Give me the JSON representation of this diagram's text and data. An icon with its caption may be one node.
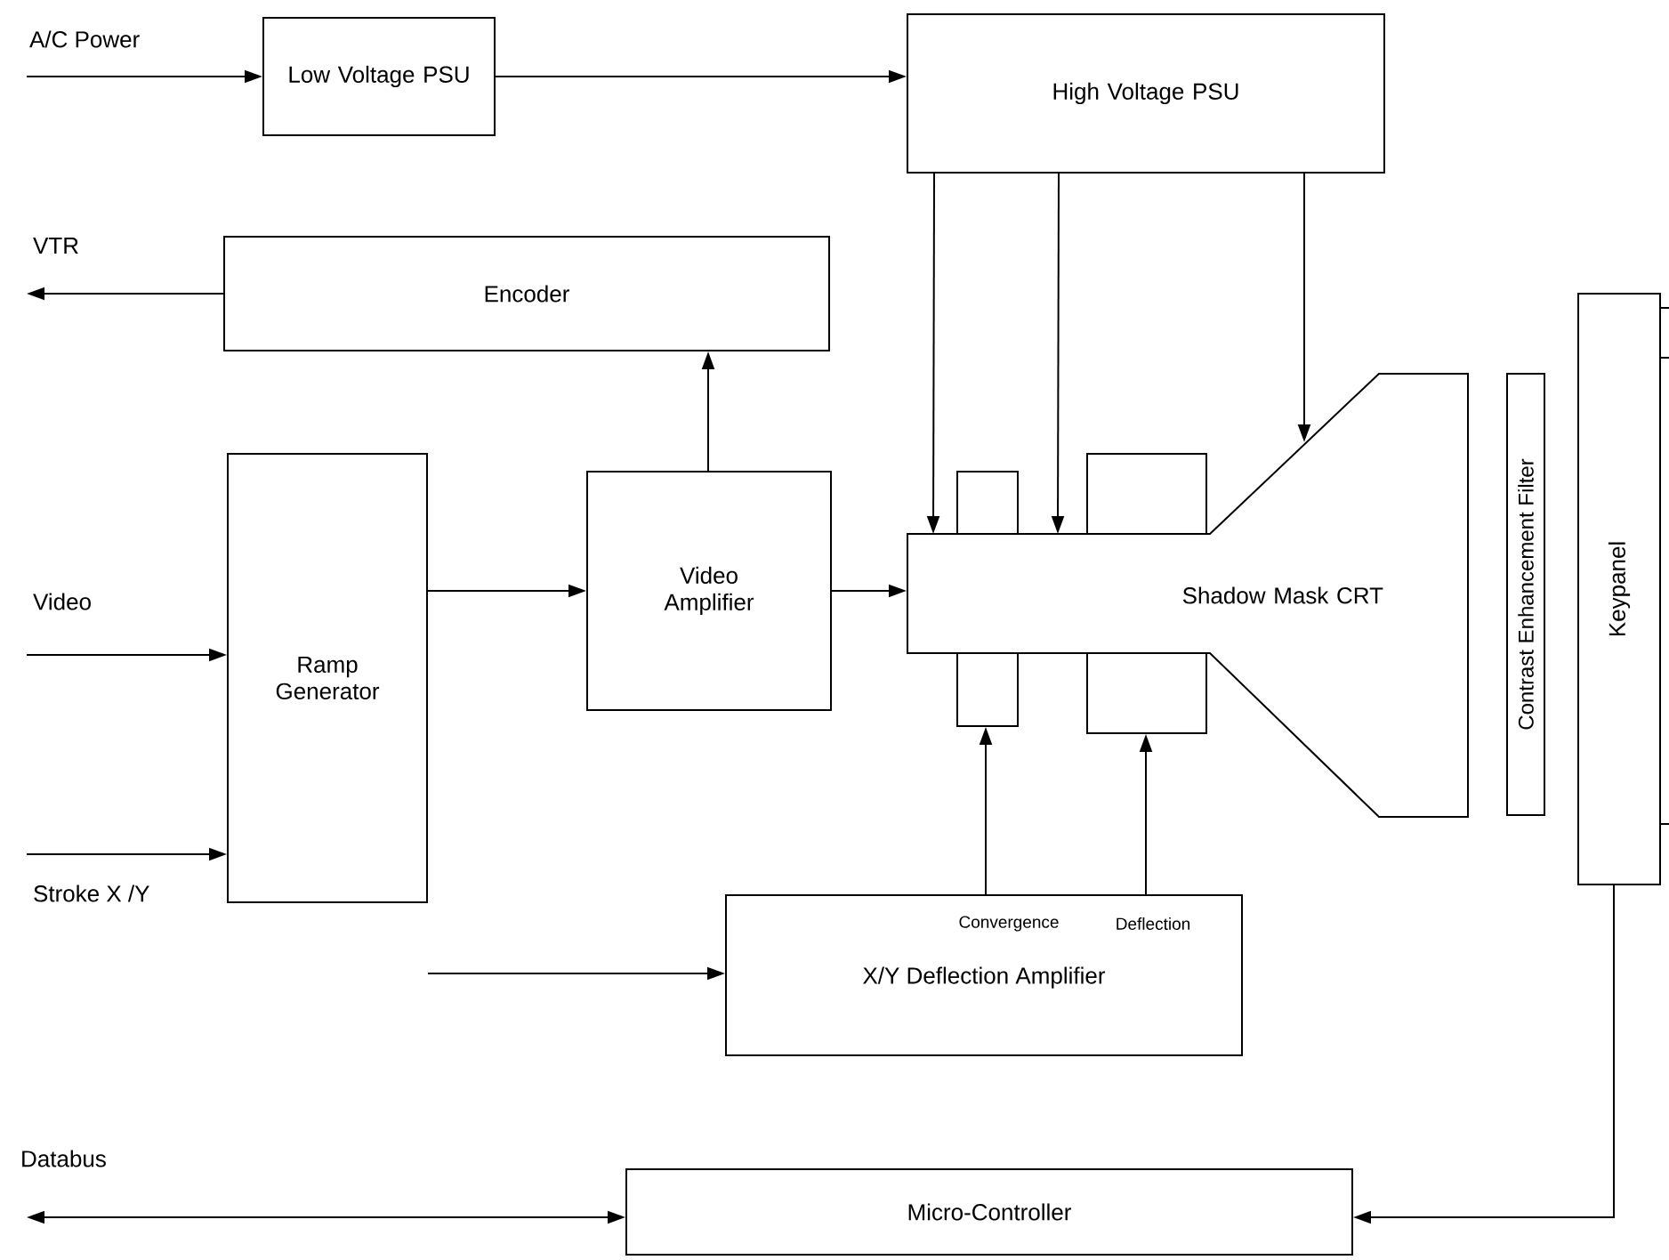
{
  "diagram": {
    "nodes": [
      {
        "text": [
          "Low Voltage PSU"
        ]
      },
      {
        "text": [
          "High Voltage PSU"
        ]
      },
      {
        "text": [
          "Encoder"
        ]
      },
      {
        "text": [
          "Ramp Generator"
        ]
      },
      {
        "text": [
          "Video Amplifier"
        ]
      },
      {
        "text": [
          "Shadow Mask CRT"
        ]
      },
      {
        "text": [],
        "shape": "box"
      },
      {
        "text": [],
        "shape": "box"
      },
      {
        "text": [
          "Contrast Enhancement Filter"
        ]
      },
      {
        "text": [
          "Keypanel"
        ]
      },
      {
        "text": [
          "Convergence",
          "Deflection",
          "X/Y Deflection Amplifier"
        ]
      },
      {
        "text": [
          "Micro-Controller"
        ]
      }
    ],
    "edges": [
      {
        "from": null,
        "to": 0,
        "arrow": "to",
        "label": "A/C Power"
      },
      {
        "from": 0,
        "to": 1,
        "arrow": "to"
      },
      {
        "from": 2,
        "to": null,
        "arrow": "to",
        "label": "VTR"
      },
      {
        "from": 4,
        "to": 2,
        "arrow": "to"
      },
      {
        "from": null,
        "to": 3,
        "arrow": "to",
        "label": "Video"
      },
      {
        "from": null,
        "to": 3,
        "arrow": "to",
        "label": "Stroke X /Y"
      },
      {
        "from": 3,
        "to": 4,
        "arrow": "to"
      },
      {
        "from": 3,
        "to": 10,
        "arrow": "to"
      },
      {
        "from": 4,
        "to": 5,
        "arrow": "to"
      },
      {
        "from": 1,
        "to": 5,
        "arrow": "to"
      },
      {
        "from": 1,
        "to": 5,
        "arrow": "to"
      },
      {
        "from": 1,
        "to": 5,
        "arrow": "to"
      },
      {
        "from": 10,
        "to": 6,
        "arrow": "to"
      },
      {
        "from": 10,
        "to": 7,
        "arrow": "to"
      },
      {
        "from": 9,
        "to": 11,
        "arrow": "to"
      },
      {
        "from": null,
        "to": 11,
        "arrow": "both",
        "label": "Databus"
      }
    ]
  }
}
